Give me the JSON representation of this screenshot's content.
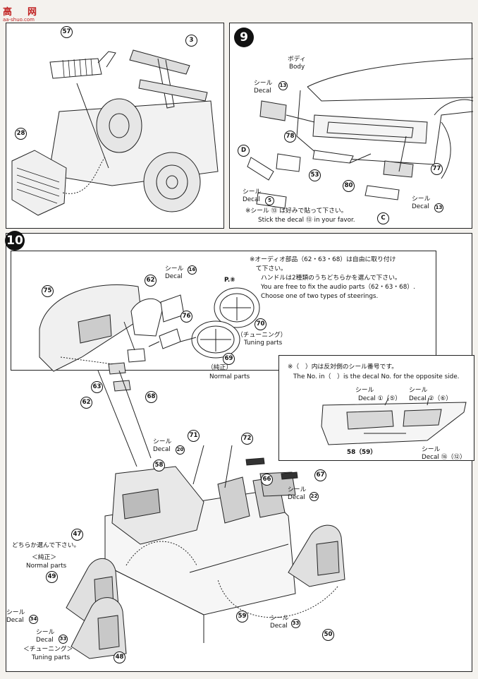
{
  "watermark": {
    "brand": "高",
    "brand2": "网",
    "url": "aa-shuo.com"
  },
  "top_left": {
    "parts": [
      "57",
      "3",
      "28"
    ]
  },
  "step9": {
    "step": "9",
    "body_jp": "ボディ",
    "body_en": "Body",
    "decal_jp": "シール",
    "decal_en": "Decal",
    "parts": [
      "78",
      "53",
      "80",
      "77"
    ],
    "decal_nums": [
      "13",
      "5",
      "13"
    ],
    "letters": [
      "D",
      "C"
    ],
    "note_jp": "※シール ⑬ は好みで貼って下さい。",
    "note_en": "Stick the decal ⑬ in your favor."
  },
  "step10": {
    "step": "10",
    "inset_top": {
      "parts": [
        "75",
        "62",
        "76",
        "70",
        "69",
        "63",
        "62",
        "68"
      ],
      "decal_jp": "シール",
      "decal_en": "Decal",
      "decal_num": "16",
      "page_ref": "P.⑧",
      "tuning_jp": "（チューニング）",
      "tuning_en": "Tuning parts",
      "normal_jp": "（純正）",
      "normal_en": "Normal parts",
      "note_lines": [
        "※オーディオ部品（62・63・68）は自由に取り付け",
        "　て下さい。",
        "ハンドルは2種類のうちどちらかを選んで下さい。",
        "You are free to fix the audio parts（62・63・68）.",
        "Choose one of two types of steerings."
      ]
    },
    "inset_side": {
      "note_jp": "※（　）内は反対側のシール番号です。",
      "note_en": "The No. in（　）is the decal No. for the opposite side.",
      "decal_jp": "シール",
      "decal_en": "Decal",
      "decal_a": "①（⑤）",
      "decal_b": "②（⑥）",
      "decal_c": "⑱（⑫）",
      "part_label": "58（59）"
    },
    "main": {
      "parts": [
        "71",
        "72",
        "58",
        "67",
        "66",
        "47",
        "49",
        "48",
        "59",
        "50"
      ],
      "decal_jp": "シール",
      "decal_en": "Decal",
      "decal_nums": [
        "20",
        "22",
        "34",
        "33",
        "33"
      ],
      "choose_jp": "どちらか選んで下さい。",
      "normal_jp": "＜純正＞",
      "normal_en": "Normal parts",
      "tuning_jp": "＜チューニング＞",
      "tuning_en": "Tuning parts"
    }
  }
}
